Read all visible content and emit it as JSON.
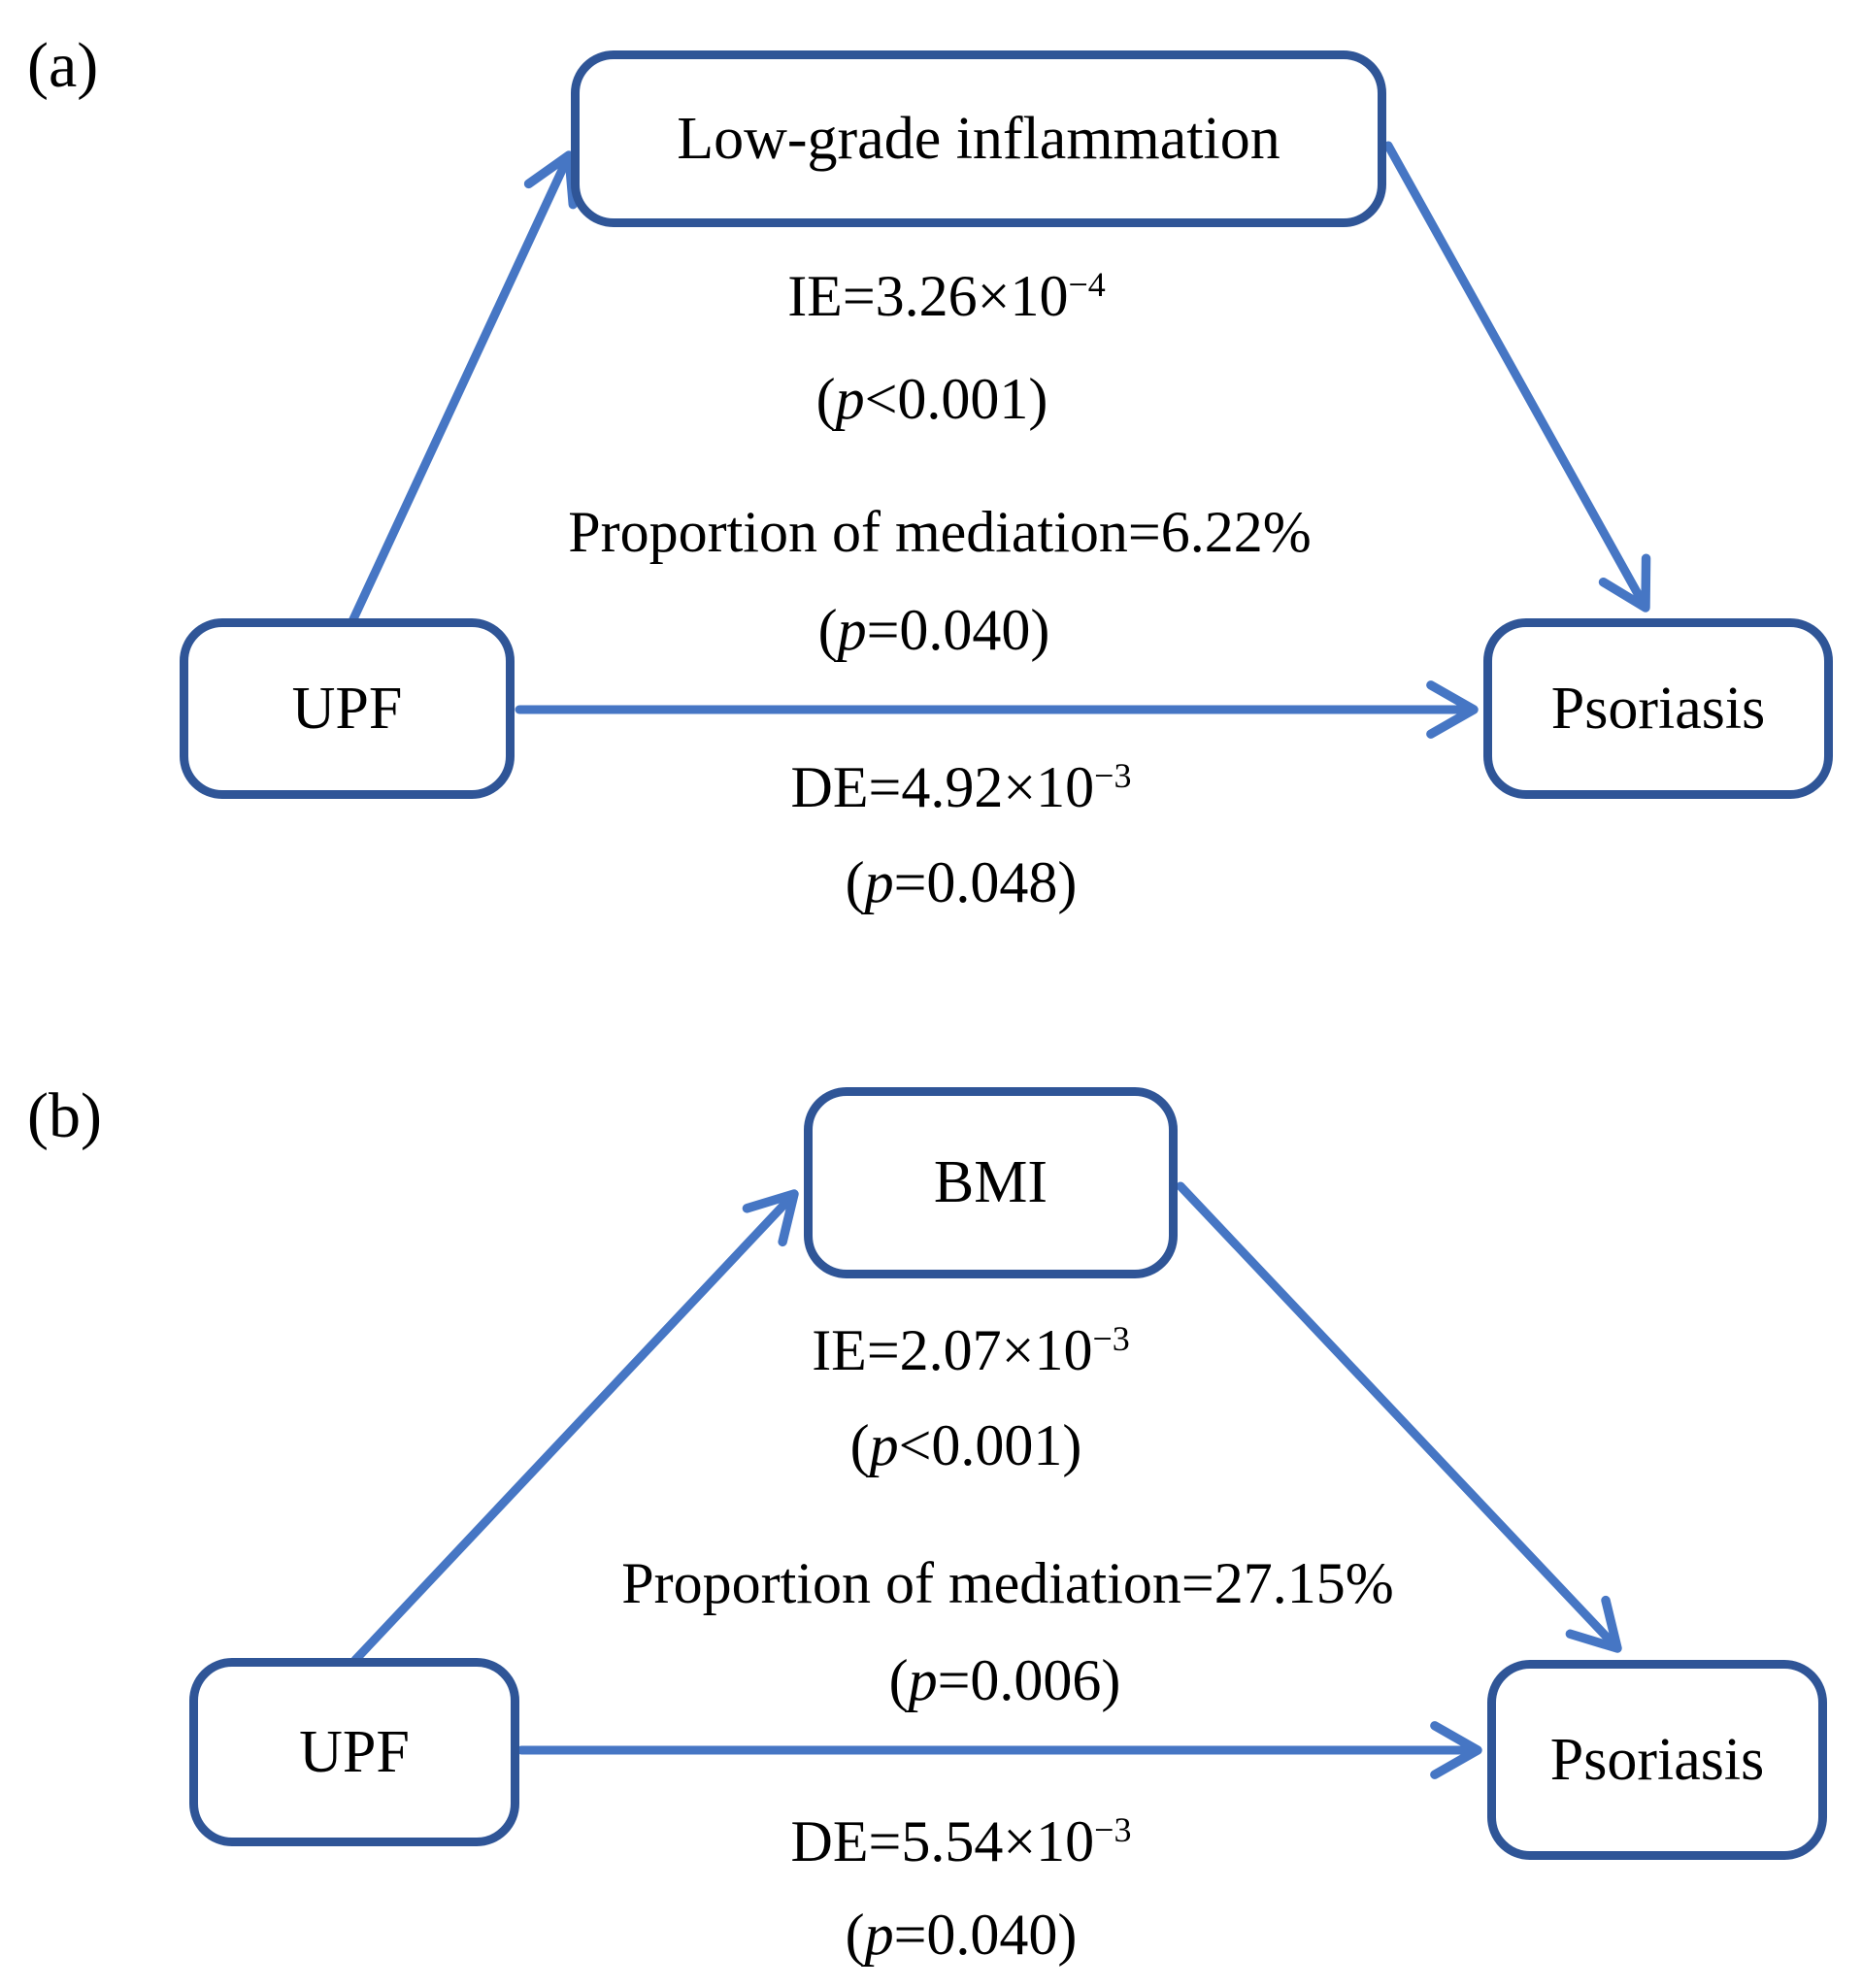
{
  "colors": {
    "box_border": "#2f5597",
    "arrow": "#4676c4",
    "text": "#000000",
    "background": "#ffffff"
  },
  "panel_a": {
    "label": "(a)",
    "mediator_label": "Low-grade inflammation",
    "exposure_label": "UPF",
    "outcome_label": "Psoriasis",
    "indirect_effect": {
      "base": "IE=3.26×10",
      "exp": "−4"
    },
    "indirect_p": {
      "pre": "(",
      "var": "p",
      "post": "<0.001)"
    },
    "mediation_proportion": "Proportion of mediation=6.22%",
    "mediation_p": {
      "pre": "(",
      "var": "p",
      "post": "=0.040)"
    },
    "direct_effect": {
      "base": "DE=4.92×10",
      "exp": "−3"
    },
    "direct_p": {
      "pre": "(",
      "var": "p",
      "post": "=0.048)"
    }
  },
  "panel_b": {
    "label": "(b)",
    "mediator_label": "BMI",
    "exposure_label": "UPF",
    "outcome_label": "Psoriasis",
    "indirect_effect": {
      "base": "IE=2.07×10",
      "exp": "−3"
    },
    "indirect_p": {
      "pre": "(",
      "var": "p",
      "post": "<0.001)"
    },
    "mediation_proportion": "Proportion of mediation=27.15%",
    "mediation_p": {
      "pre": "(",
      "var": "p",
      "post": "=0.006)"
    },
    "direct_effect": {
      "base": "DE=5.54×10",
      "exp": "−3"
    },
    "direct_p": {
      "pre": "(",
      "var": "p",
      "post": "=0.040)"
    }
  }
}
